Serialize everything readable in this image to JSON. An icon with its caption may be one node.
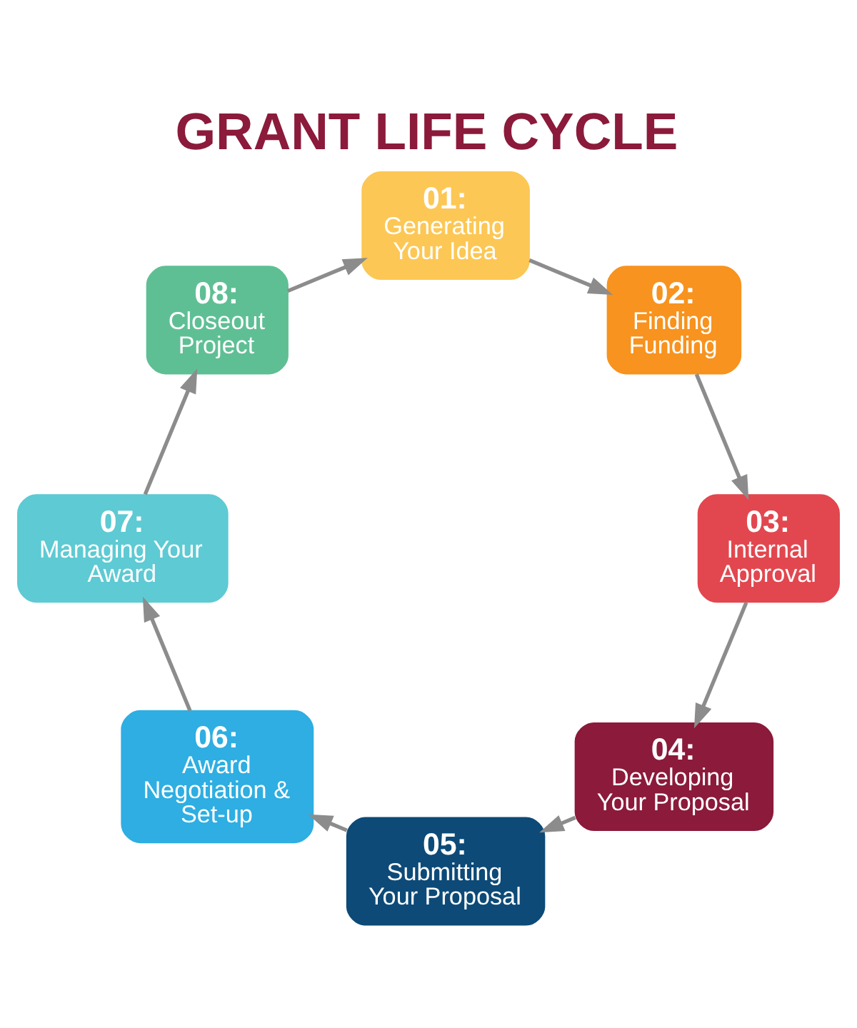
{
  "diagram": {
    "title": "GRANT LIFE CYCLE",
    "nodes": [
      {
        "text": [
          "01:",
          "Generating Your Idea"
        ]
      },
      {
        "text": [
          "02:",
          "Finding Funding"
        ]
      },
      {
        "text": [
          "03:",
          "Internal Approval"
        ]
      },
      {
        "text": [
          "04:",
          "Developing Your Proposal"
        ]
      },
      {
        "text": [
          "05:",
          "Submitting Your Proposal"
        ]
      },
      {
        "text": [
          "06:",
          "Award Negotiation & Set-up"
        ]
      },
      {
        "text": [
          "07:",
          "Managing Your Award"
        ]
      },
      {
        "text": [
          "08:",
          "Closeout Project"
        ]
      }
    ],
    "edges": [
      {
        "from": 0,
        "to": 1,
        "arrow": "to"
      },
      {
        "from": 1,
        "to": 2,
        "arrow": "to"
      },
      {
        "from": 2,
        "to": 3,
        "arrow": "to"
      },
      {
        "from": 3,
        "to": 4,
        "arrow": "to"
      },
      {
        "from": 4,
        "to": 5,
        "arrow": "to"
      },
      {
        "from": 5,
        "to": 6,
        "arrow": "to"
      },
      {
        "from": 6,
        "to": 7,
        "arrow": "to"
      },
      {
        "from": 7,
        "to": 0,
        "arrow": "to"
      }
    ]
  }
}
